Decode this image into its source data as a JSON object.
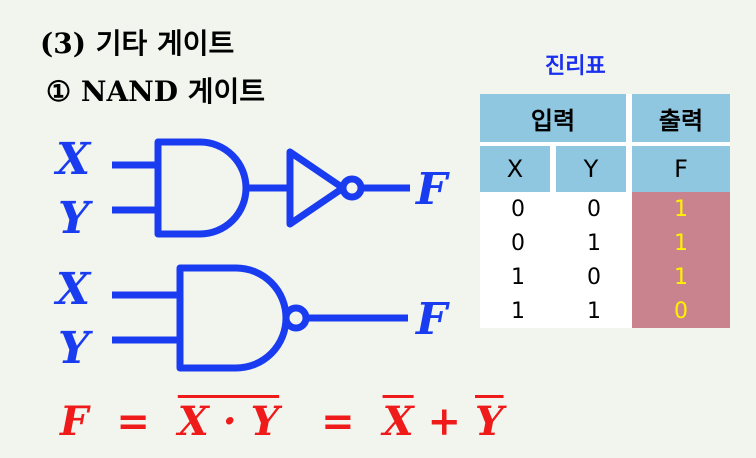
{
  "section_title": "(3) 기타 게이트",
  "subsection_title": "① NAND 게이트",
  "gate_inputs": {
    "x": "X",
    "y": "Y"
  },
  "gate_output": "F",
  "formula": {
    "lhs": "F",
    "eq1": "=",
    "nand_expr": "X · Y",
    "eq2": "=",
    "x_bar": "X",
    "plus": "+",
    "y_bar": "Y"
  },
  "truth_table": {
    "title": "진리표",
    "group_headers": {
      "input": "입력",
      "output": "출력"
    },
    "columns": [
      "X",
      "Y",
      "F"
    ],
    "rows": [
      [
        "0",
        "0",
        "1"
      ],
      [
        "0",
        "1",
        "1"
      ],
      [
        "1",
        "0",
        "1"
      ],
      [
        "1",
        "1",
        "0"
      ]
    ]
  },
  "colors": {
    "gate_stroke": "#1a3cf0",
    "formula": "#ef1a1a",
    "table_header": "#8fc6e0",
    "output_cell": "#c8838e",
    "output_text": "#fff200",
    "table_title": "#1a2ef0"
  }
}
